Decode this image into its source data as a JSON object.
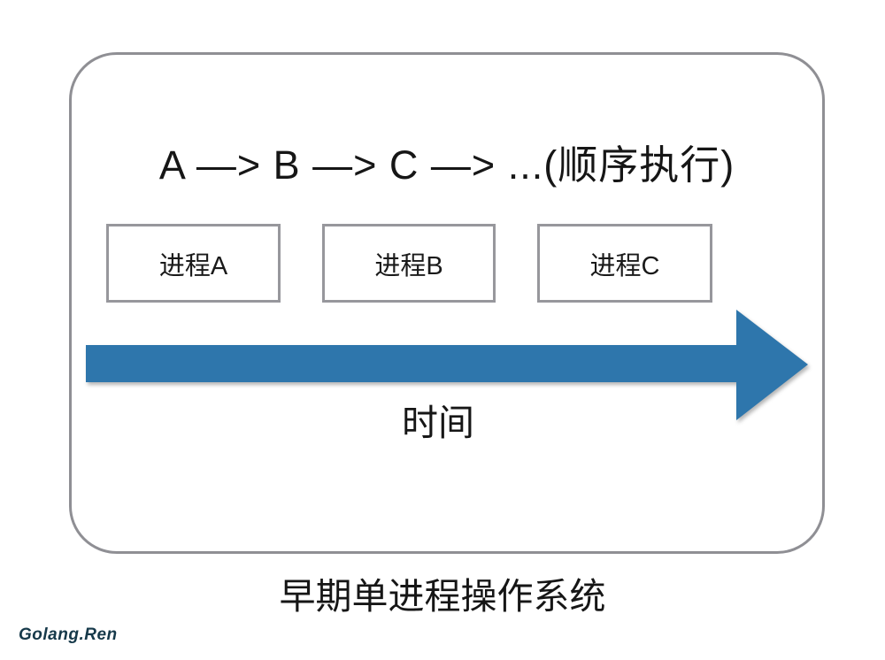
{
  "page": {
    "background_color": "#ffffff",
    "frame_border_color": "#8f8f94"
  },
  "title": "A —> B —> C —> ...(顺序执行)",
  "processes": [
    {
      "label": "进程A"
    },
    {
      "label": "进程B"
    },
    {
      "label": "进程C"
    }
  ],
  "timeline": {
    "label": "时间",
    "arrow_color": "#2E76AC"
  },
  "caption": "早期单进程操作系统",
  "watermark": {
    "text": "Golang.Ren",
    "color": "#16394A"
  }
}
